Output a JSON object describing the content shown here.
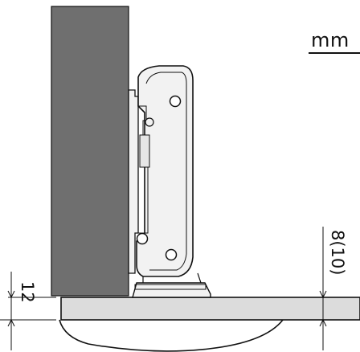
{
  "unit_label": "mm",
  "dimensions": {
    "overlay_gap": "12",
    "door_thickness": "8(10)"
  },
  "colors": {
    "cabinet_side": "#6f6f6f",
    "door_panel": "#dcdcdc",
    "hinge_fill": "#f2f2f2",
    "stroke": "#111111"
  }
}
